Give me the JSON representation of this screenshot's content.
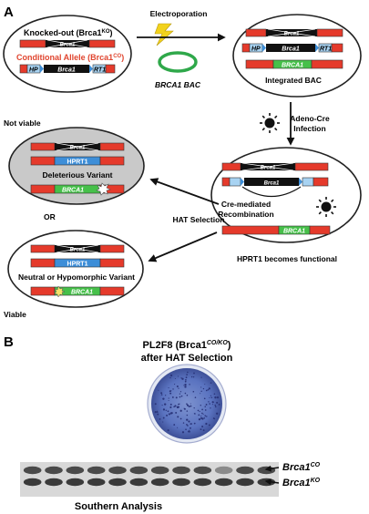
{
  "panel_a": {
    "label": "A",
    "top_left": {
      "ko_label": "Knocked-out (Brca1",
      "ko_sup": "KO",
      "co_label": "Conditional Allele (Brca1",
      "co_sup": "CO",
      "gene": "Brca1",
      "hp": "HP",
      "rt1": "RT1"
    },
    "electroporation": "Electroporation",
    "bac_label": "BRCA1 BAC",
    "top_right": {
      "gene": "Brca1",
      "hp": "HP",
      "rt1": "RT1",
      "human_gene": "BRCA1",
      "caption": "Integrated BAC"
    },
    "adeno_cre_1": "Adeno-Cre",
    "adeno_cre_2": "Infection",
    "right_mid": {
      "gene": "Brca1",
      "cre_1": "Cre-mediated",
      "cre_2": "Recombination",
      "human_gene": "BRCA1",
      "caption": "HPRT1 becomes functional"
    },
    "not_viable": "Not viable",
    "grey": {
      "gene": "Brca1",
      "hprt": "HPRT1",
      "caption": "Deleterious Variant",
      "human_gene": "BRCA1"
    },
    "or_label": "OR",
    "hat_selection": "HAT Selection",
    "white": {
      "gene": "Brca1",
      "hprt": "HPRT1",
      "caption": "Neutral or Hypomorphic Variant",
      "human_gene": "BRCA1"
    },
    "viable": "Viable"
  },
  "panel_b": {
    "label": "B",
    "title_1": "PL2F8 (Brca1",
    "title_sup": "CO/KO",
    "title_1_end": ")",
    "title_2": "after HAT Selection",
    "band_co": "Brca1",
    "band_co_sup": "CO",
    "band_ko": "Brca1",
    "band_ko_sup": "KO",
    "southern": "Southern Analysis"
  },
  "colors": {
    "red": "#e53a2b",
    "black": "#111111",
    "green": "#46c04a",
    "blue": "#3d8ed8",
    "hp_blue": "#a8d3f2",
    "grey_fill": "#c9c9c9",
    "ellipse_stroke": "#222222",
    "plate_blue": "#4a62b5",
    "title_red": "#e0452f"
  },
  "lanes": 12
}
